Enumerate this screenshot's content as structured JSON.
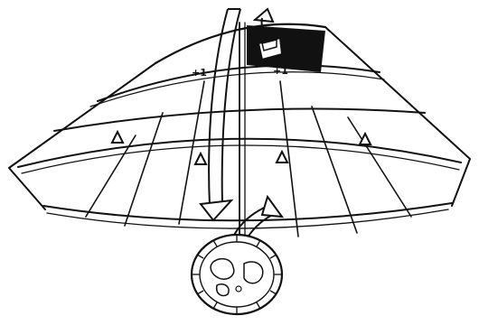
{
  "board": {
    "track_markers": [
      "+1",
      "+1"
    ],
    "step_markers_count": 4,
    "colors": {
      "ink": "#111111",
      "paper": "#ffffff",
      "dark_space": "#111111"
    },
    "icons": [
      "token-piece-icon",
      "curved-arrow-icon",
      "globe-dial-icon",
      "triangle-marker-icon"
    ]
  }
}
